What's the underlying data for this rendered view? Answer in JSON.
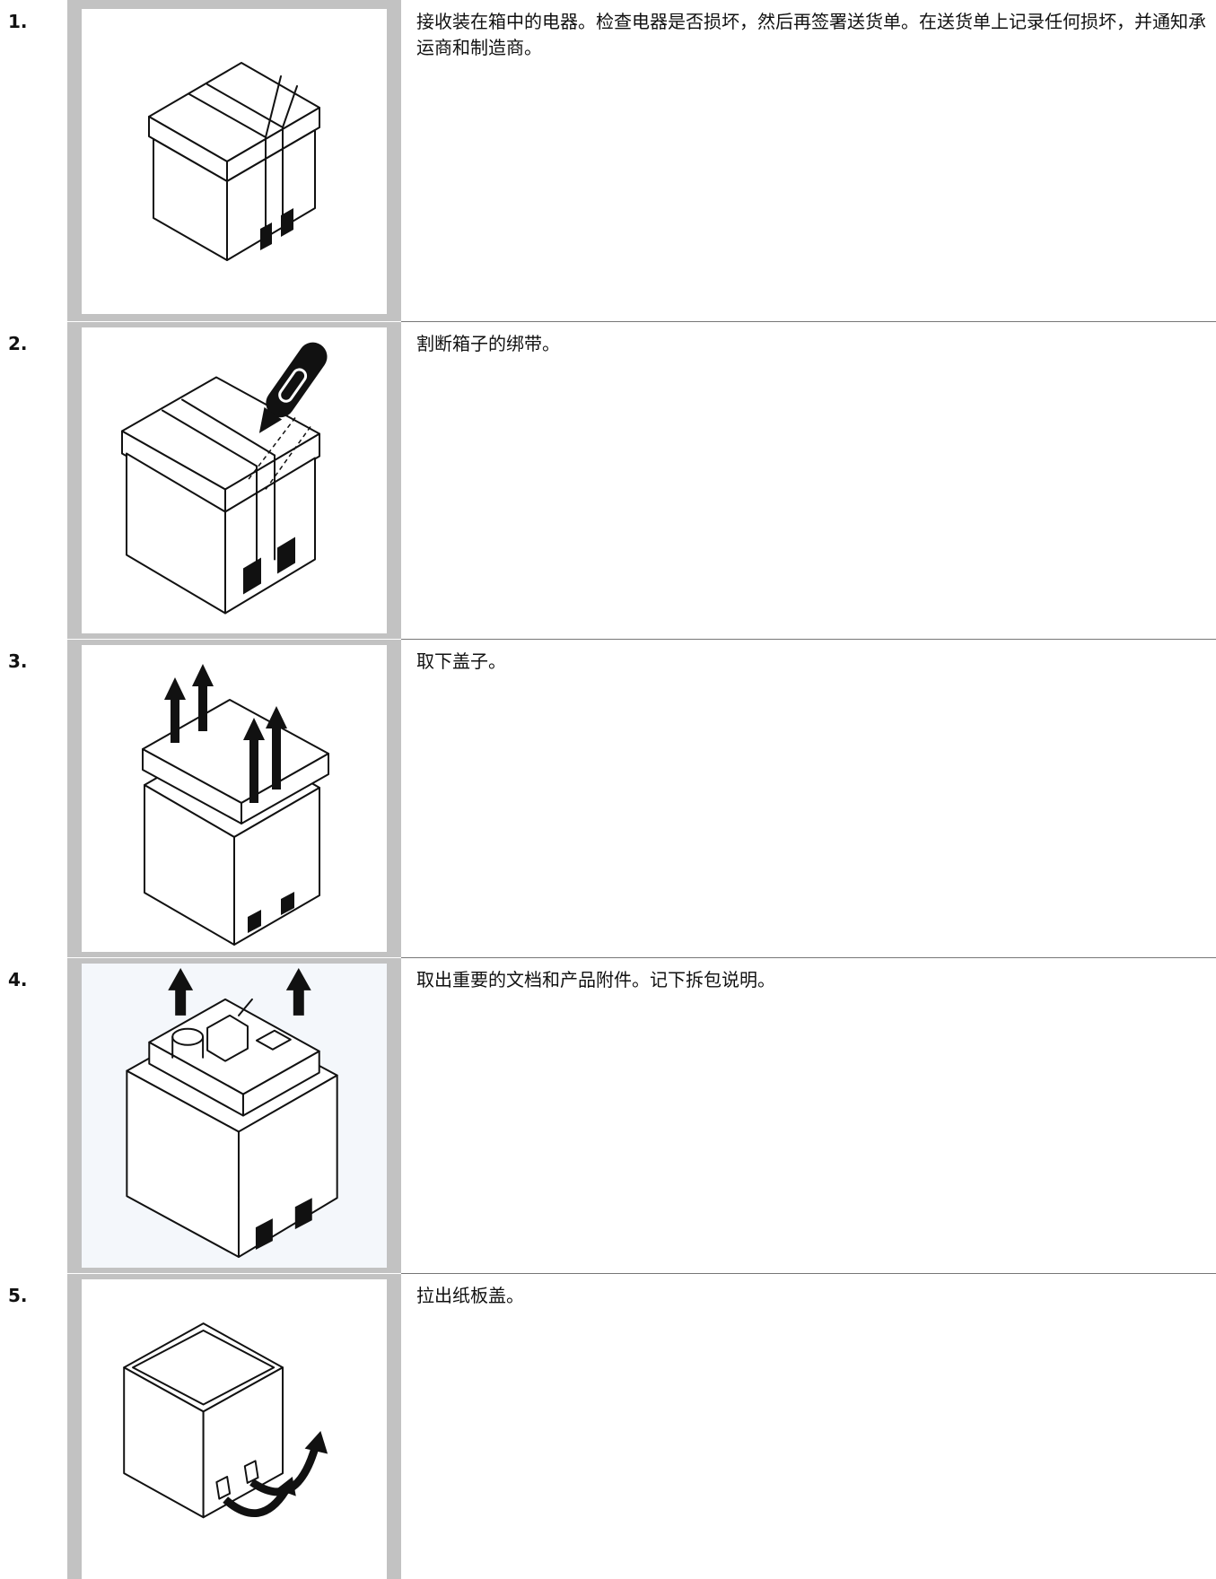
{
  "steps": [
    {
      "number": "1.",
      "text": "接收装在箱中的电器。检查电器是否损坏，然后再签署送货单。在送货单上记录任何损坏，并通知承运商和制造商。",
      "illustration": "strapped-box-icon"
    },
    {
      "number": "2.",
      "text": "割断箱子的绑带。",
      "illustration": "box-cutter-icon"
    },
    {
      "number": "3.",
      "text": "取下盖子。",
      "illustration": "lift-lid-icon"
    },
    {
      "number": "4.",
      "text": "取出重要的文档和产品附件。记下拆包说明。",
      "illustration": "remove-accessories-icon"
    },
    {
      "number": "5.",
      "text": "拉出纸板盖。",
      "illustration": "pull-cardboard-icon"
    }
  ],
  "colors": {
    "frame": "#c2c2c2",
    "panel": "#ffffff",
    "ink": "#111111",
    "divider": "#777777"
  }
}
